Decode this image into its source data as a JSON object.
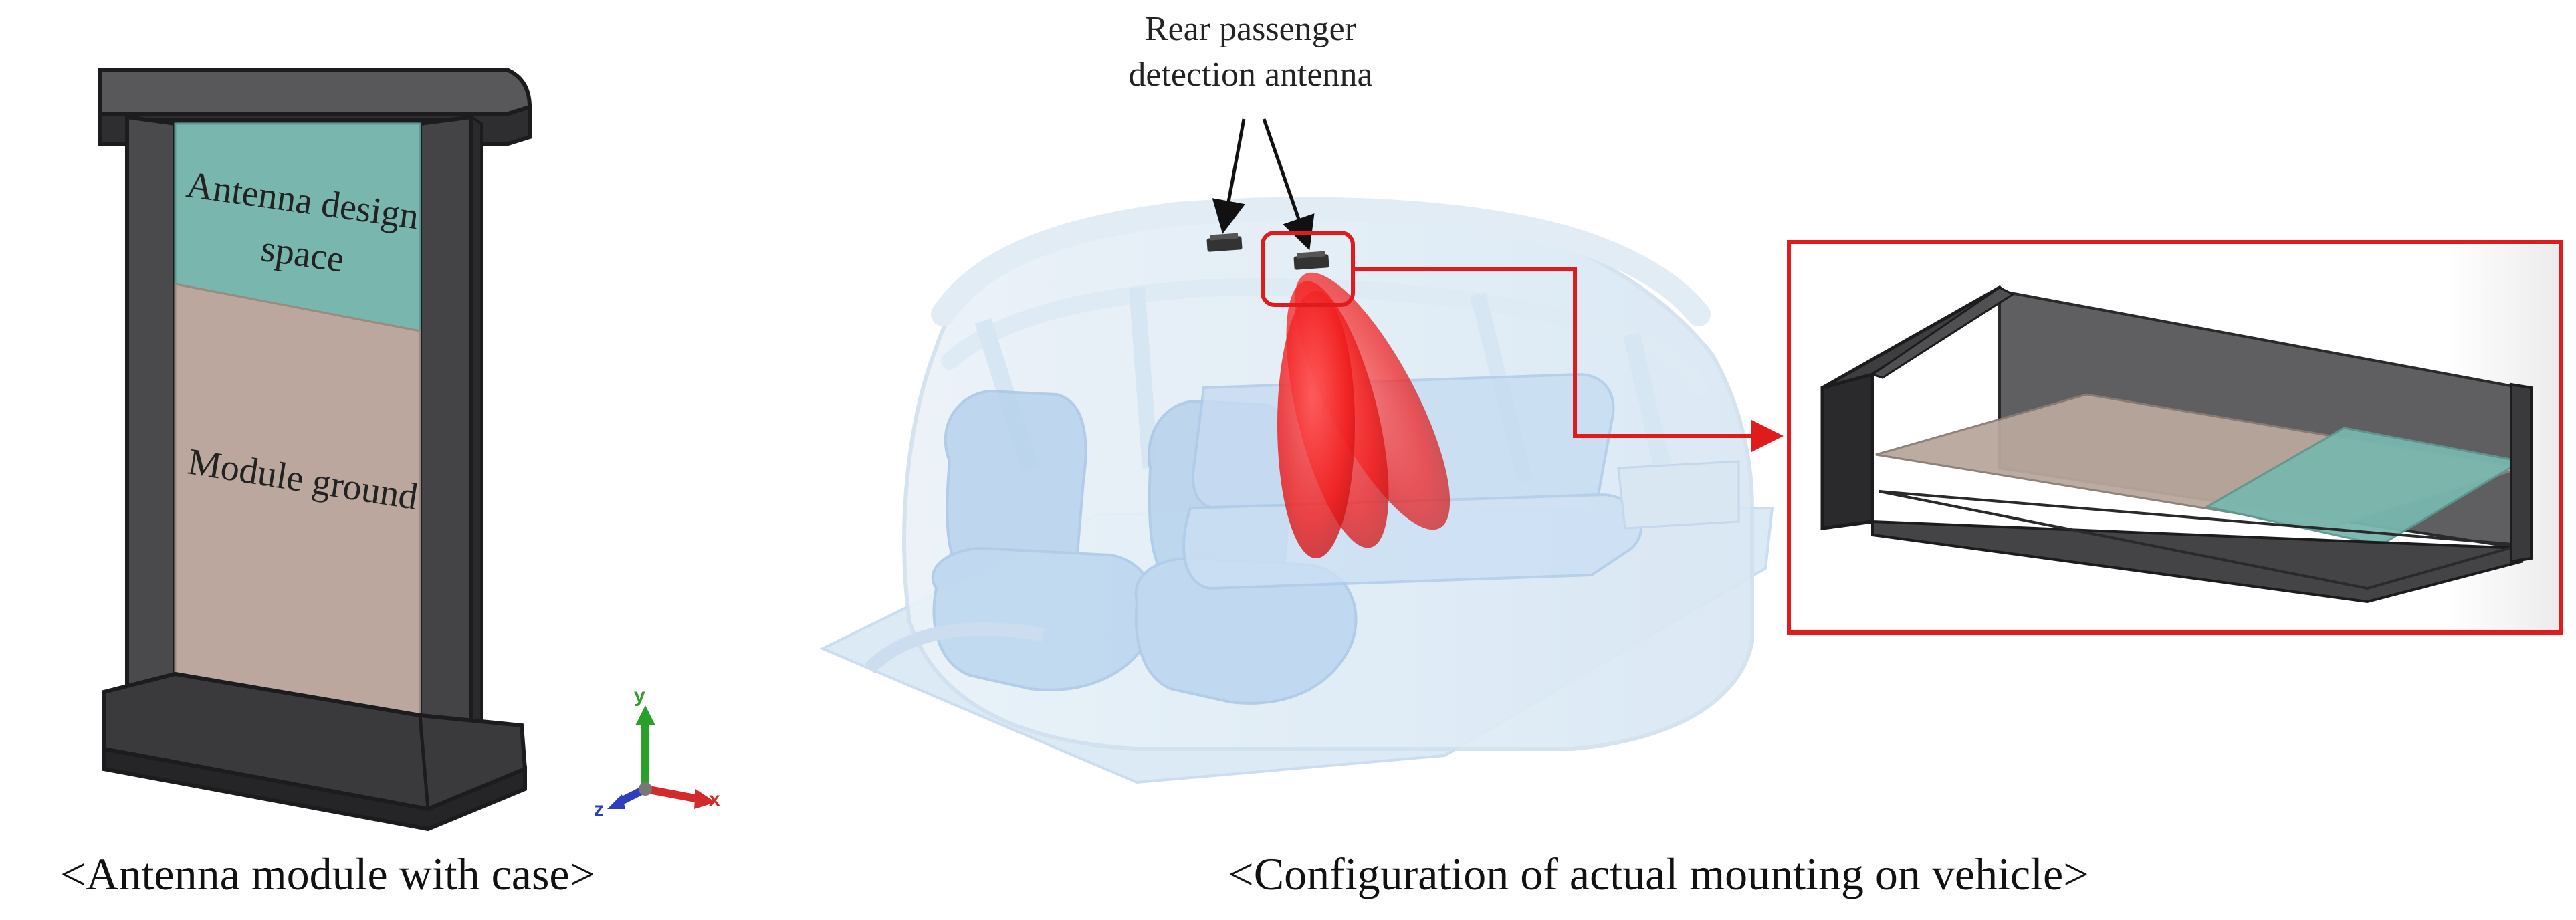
{
  "left_figure": {
    "label_design_space_line1": "Antenna design",
    "label_design_space_line2": "space",
    "label_module_ground": "Module ground",
    "axes": {
      "y": "y",
      "x": "x",
      "z": "z"
    },
    "caption": "<Antenna module with case>"
  },
  "right_figure": {
    "antenna_label_line1": "Rear passenger",
    "antenna_label_line2": "detection antenna",
    "caption": "<Configuration of actual mounting on vehicle>"
  },
  "colors": {
    "case": "#3c3c3e",
    "case_edge": "#1c1c1e",
    "design_space": "#79b7ae",
    "module_ground": "#bba79d",
    "callout": "#e01b1b",
    "beam": "#ff2020",
    "vehicle": "#b9d5ee",
    "axis_x": "#d42a2a",
    "axis_y": "#2aa02a",
    "axis_z": "#2d3fbf"
  }
}
